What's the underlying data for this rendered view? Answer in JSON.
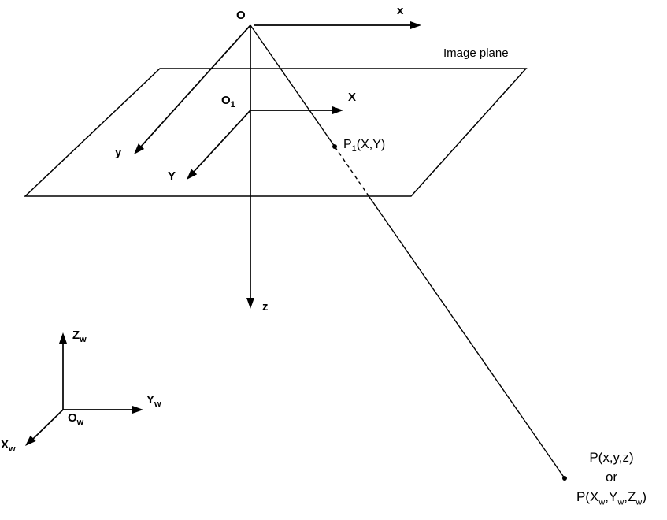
{
  "camera_frame": {
    "origin_label": "O",
    "x_axis_label": "x",
    "y_axis_label": "y",
    "z_axis_label": "z"
  },
  "image_plane": {
    "name_label": "Image plane",
    "origin_main": "O",
    "origin_sub": "1",
    "x_axis_label": "X",
    "y_axis_label": "Y",
    "p1_main": "P",
    "p1_sub": "1",
    "p1_args": "(X,Y)"
  },
  "world_frame": {
    "origin_main": "O",
    "origin_sub": "w",
    "x_main": "X",
    "x_sub": "w",
    "y_main": "Y",
    "y_sub": "w",
    "z_main": "Z",
    "z_sub": "w"
  },
  "world_point": {
    "line1": "P(x,y,z)",
    "line2": "or",
    "line3_p1": "P(X",
    "line3_s1": "w",
    "line3_p2": ",Y",
    "line3_s2": "w",
    "line3_p3": ",Z",
    "line3_s3": "w",
    "line3_p4": ")"
  },
  "colors": {
    "stroke": "#000000",
    "background": "#ffffff"
  }
}
